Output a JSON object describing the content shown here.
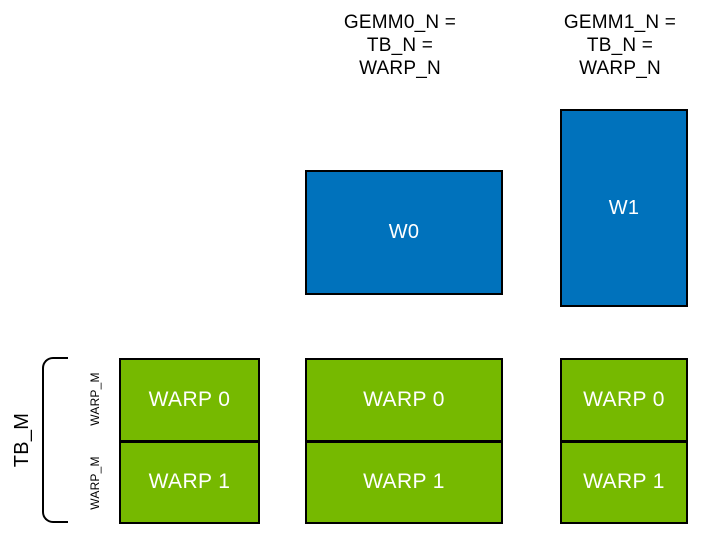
{
  "diagram": {
    "title_hint": "warp tiling diagram",
    "top_labels": [
      {
        "lines": [
          "GEMM0_N =",
          "TB_N =",
          "WARP_N"
        ]
      },
      {
        "lines": [
          "GEMM1_N =",
          "TB_N =",
          "WARP_N"
        ]
      }
    ],
    "blue_boxes": [
      {
        "label": "W0"
      },
      {
        "label": "W1"
      }
    ],
    "left_axis": {
      "tb_label": "TB_M",
      "warp_m_labels": [
        "WARP_M",
        "WARP_M"
      ]
    },
    "warp_columns": [
      {
        "cells": [
          "WARP 0",
          "WARP 1"
        ]
      },
      {
        "cells": [
          "WARP 0",
          "WARP 1"
        ]
      },
      {
        "cells": [
          "WARP 0",
          "WARP 1"
        ]
      }
    ],
    "colors": {
      "blue": "#0072BC",
      "green": "#76B900",
      "border": "#000000",
      "box_text": "#FFFFFF",
      "label_text": "#000000",
      "background": "#FFFFFF"
    }
  }
}
